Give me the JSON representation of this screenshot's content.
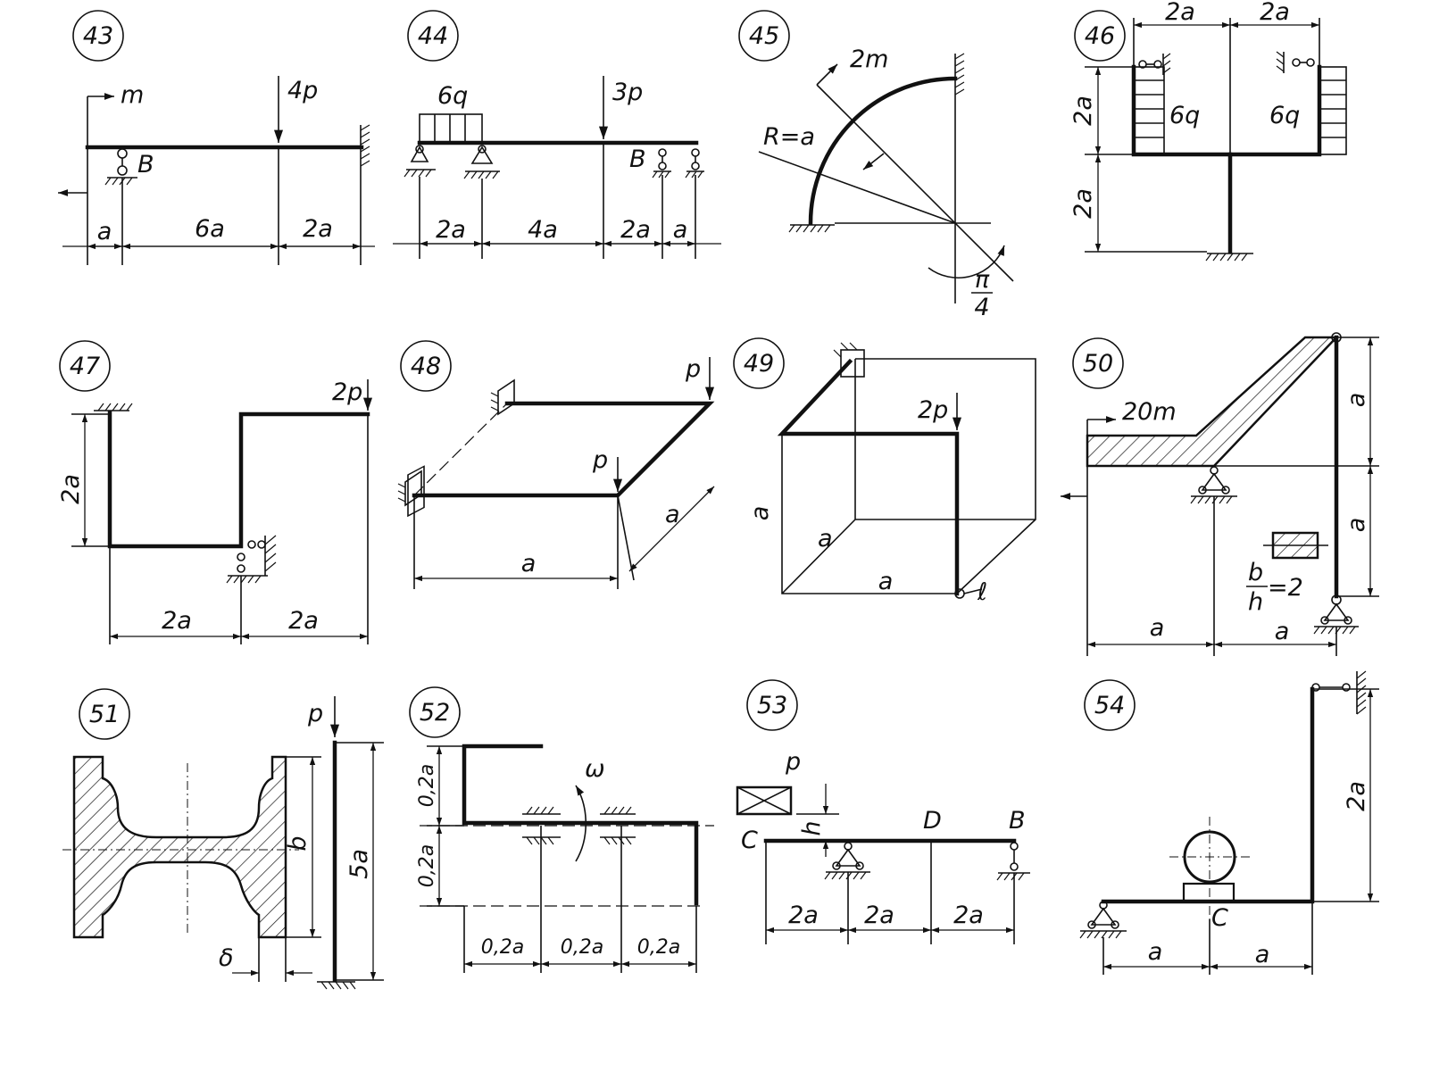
{
  "problems": [
    {
      "id": "p43",
      "number": "43",
      "labels": {
        "m": "m",
        "p": "4p",
        "b": "B",
        "d1": "a",
        "d2": "6a",
        "d3": "2a"
      }
    },
    {
      "id": "p44",
      "number": "44",
      "labels": {
        "q": "6q",
        "p": "3p",
        "b": "B",
        "d1": "2a",
        "d2": "4a",
        "d3": "2a",
        "d4": "a"
      }
    },
    {
      "id": "p45",
      "number": "45",
      "labels": {
        "m": "2m",
        "r": "R=a",
        "ang_num": "π",
        "ang_den": "4"
      }
    },
    {
      "id": "p46",
      "number": "46",
      "labels": {
        "top1": "2a",
        "top2": "2a",
        "v1": "2a",
        "v2": "2a",
        "q1": "6q",
        "q2": "6q"
      }
    },
    {
      "id": "p47",
      "number": "47",
      "labels": {
        "p": "2p",
        "v": "2a",
        "d1": "2a",
        "d2": "2a"
      }
    },
    {
      "id": "p48",
      "number": "48",
      "labels": {
        "p1": "p",
        "p2": "p",
        "d1": "a",
        "d2": "a"
      }
    },
    {
      "id": "p49",
      "number": "49",
      "labels": {
        "p": "2p",
        "a1": "a",
        "a2": "a",
        "a3": "a",
        "axis": "ℓ"
      }
    },
    {
      "id": "p50",
      "number": "50",
      "labels": {
        "m": "20m",
        "v1": "a",
        "v2": "a",
        "d1": "a",
        "d2": "a",
        "ratio_num": "b",
        "ratio_den": "h",
        "ratio_val": "=2"
      }
    },
    {
      "id": "p51",
      "number": "51",
      "labels": {
        "p": "p",
        "b": "b",
        "len": "5a",
        "delta": "δ"
      }
    },
    {
      "id": "p52",
      "number": "52",
      "labels": {
        "omega": "ω",
        "v1": "0,2a",
        "v2": "0,2a",
        "d1": "0,2a",
        "d2": "0,2a",
        "d3": "0,2a"
      }
    },
    {
      "id": "p53",
      "number": "53",
      "labels": {
        "p": "p",
        "h": "h",
        "c": "C",
        "d": "D",
        "b": "B",
        "d1": "2a",
        "d2": "2a",
        "d3": "2a"
      }
    },
    {
      "id": "p54",
      "number": "54",
      "labels": {
        "v": "2a",
        "c": "C",
        "d1": "a",
        "d2": "a"
      }
    }
  ]
}
